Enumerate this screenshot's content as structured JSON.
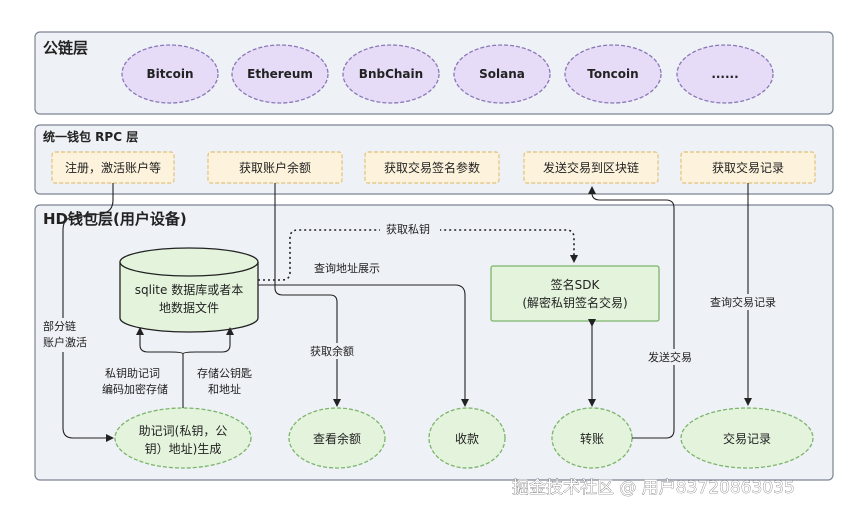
{
  "layers": {
    "public_chain": "公链层",
    "rpc": "统一钱包 RPC 层",
    "hd_wallet": "HD钱包层(用户设备)"
  },
  "chains": [
    "Bitcoin",
    "Ethereum",
    "BnbChain",
    "Solana",
    "Toncoin",
    "......"
  ],
  "rpc_apis": [
    "注册，激活账户等",
    "获取账户余额",
    "获取交易签名参数",
    "发送交易到区块链",
    "获取交易记录"
  ],
  "db": {
    "line1": "sqlite 数据库或者本",
    "line2": "地数据文件"
  },
  "sdk": {
    "line1": "签名SDK",
    "line2": "(解密私钥签名交易)"
  },
  "nodes": {
    "mnemonic_line1": "助记词(私钥，公",
    "mnemonic_line2": "钥）地址)生成",
    "balance": "查看余额",
    "receive": "收款",
    "transfer": "转账",
    "records": "交易记录"
  },
  "labels": {
    "partial_chain": "部分链",
    "account_activate": "账户激活",
    "mnemonic_encrypt_1": "私钥助记词",
    "mnemonic_encrypt_2": "编码加密存储",
    "store_keys_1": "存储公钥匙",
    "store_keys_2": "和地址",
    "get_private_key": "获取私钥",
    "query_address": "查询地址展示",
    "get_balance": "获取余额",
    "send_tx": "发送交易",
    "query_records": "查询交易记录"
  },
  "watermark": "掘金技术社区 @ 用户8372086303​5",
  "colors": {
    "chain_fill": "#e6dcf8",
    "chain_stroke": "#8a78b8",
    "api_fill": "#fdf3dc",
    "api_stroke": "#e2c27a",
    "layer_fill": "#eef1f6",
    "layer_stroke": "#7c8594",
    "green_fill": "#e4f3dc",
    "green_stroke": "#7cb56b"
  }
}
